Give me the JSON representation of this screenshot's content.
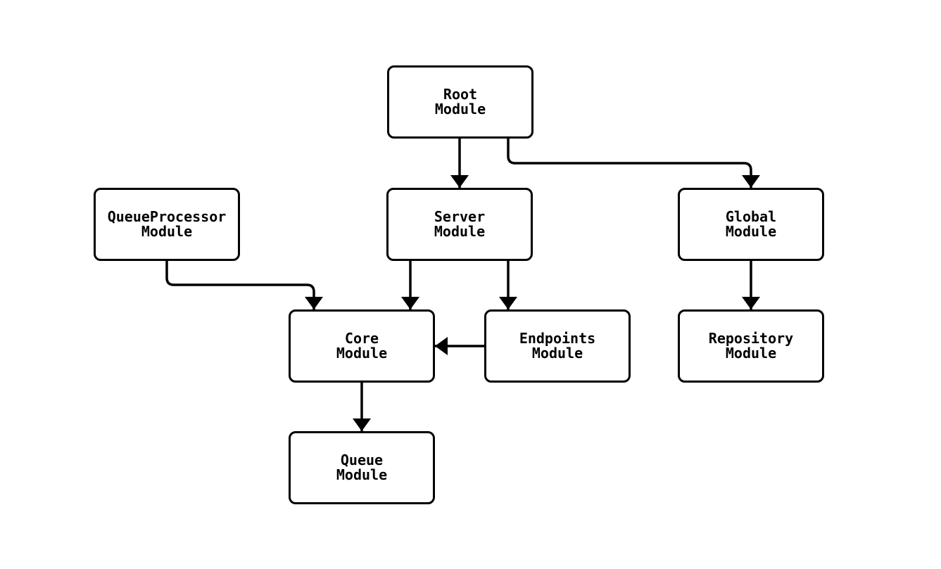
{
  "diagram": {
    "background_color": "#ffffff",
    "node_fill_color": "#ffffff",
    "line_color": "#000000",
    "text_color": "#000000",
    "nodes": [
      {
        "id": "root",
        "line1": "Root",
        "line2": "Module"
      },
      {
        "id": "server",
        "line1": "Server",
        "line2": "Module"
      },
      {
        "id": "global",
        "line1": "Global",
        "line2": "Module"
      },
      {
        "id": "queueprocessor",
        "line1": "QueueProcessor",
        "line2": "Module"
      },
      {
        "id": "core",
        "line1": "Core",
        "line2": "Module"
      },
      {
        "id": "endpoints",
        "line1": "Endpoints",
        "line2": "Module"
      },
      {
        "id": "repository",
        "line1": "Repository",
        "line2": "Module"
      },
      {
        "id": "queue",
        "line1": "Queue",
        "line2": "Module"
      }
    ],
    "edges": [
      {
        "from": "root",
        "to": "server"
      },
      {
        "from": "root",
        "to": "global"
      },
      {
        "from": "queueprocessor",
        "to": "core"
      },
      {
        "from": "server",
        "to": "core"
      },
      {
        "from": "server",
        "to": "endpoints"
      },
      {
        "from": "endpoints",
        "to": "core"
      },
      {
        "from": "global",
        "to": "repository"
      },
      {
        "from": "core",
        "to": "queue"
      }
    ]
  }
}
